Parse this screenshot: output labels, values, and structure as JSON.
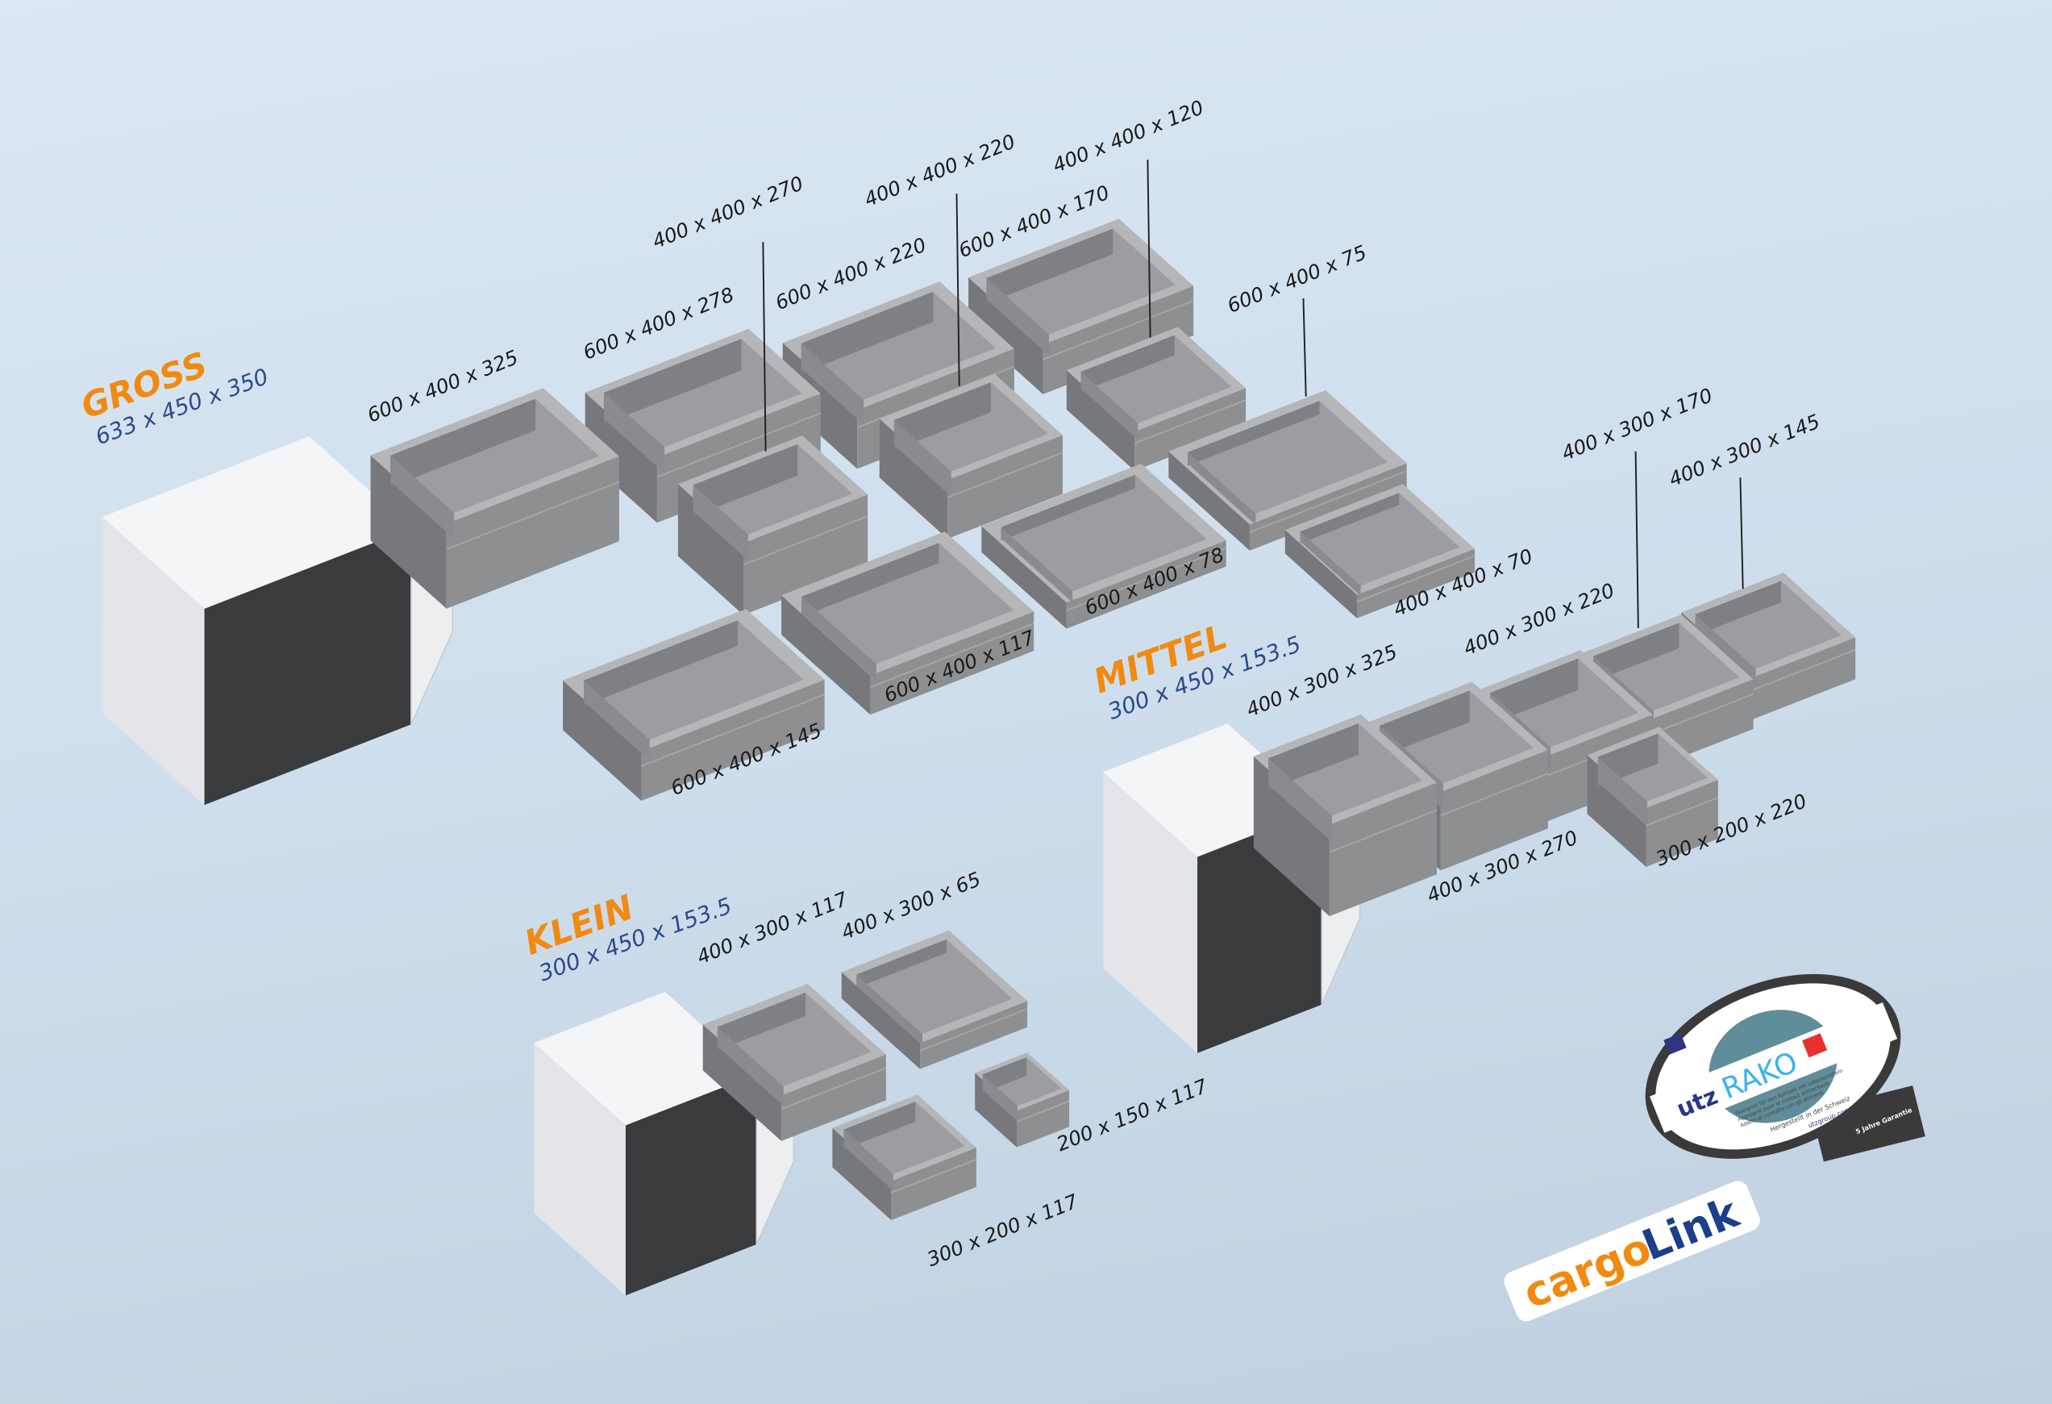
{
  "groups": [
    {
      "name": "GROSS",
      "dims": "633 x 450 x 350"
    },
    {
      "name": "MITTEL",
      "dims": "300 x 450 x 153.5"
    },
    {
      "name": "KLEIN",
      "dims": "300 x 450 x 153.5"
    }
  ],
  "labels": [
    "600 x 400 x 325",
    "600 x 400 x 278",
    "400 x 400 x 270",
    "600 x 400 x 220",
    "400 x 400 x 220",
    "600 x 400 x 170",
    "400 x 400 x 120",
    "600 x 400 x 75",
    "400 x 400 x 70",
    "600 x 400 x 78",
    "600 x 400 x 117",
    "600 x 400 x 145",
    "400 x 300 x 325",
    "400 x 300 x 270",
    "400 x 300 x 220",
    "400 x 300 x 170",
    "400 x 300 x 145",
    "300 x 200 x 220",
    "400 x 300 x 117",
    "400 x 300 x 65",
    "300 x 200 x 117",
    "200 x 150 x 117"
  ],
  "stamp": {
    "brand": "utz",
    "product": "RAKO",
    "lines": [
      "Geeignet für den Kontakt mit Lebensmitteln",
      "Approprié pour le contact alimentaire",
      "Adatto al contatto con gli alimenti"
    ],
    "made_in": "Hergestellt in der Schweiz",
    "url": "utzgroup.com",
    "warranty": "5 Jahre Garantie"
  },
  "logo": {
    "part1": "cargo",
    "part2": "Link"
  },
  "colors": {
    "accent_orange": "#f28a0f",
    "dims_blue": "#2d4a8a",
    "crate_grey": "#8e8f91",
    "logo_blue": "#1b3f8a",
    "rako_blue": "#3ab4ea",
    "swiss_red": "#e8312f"
  }
}
